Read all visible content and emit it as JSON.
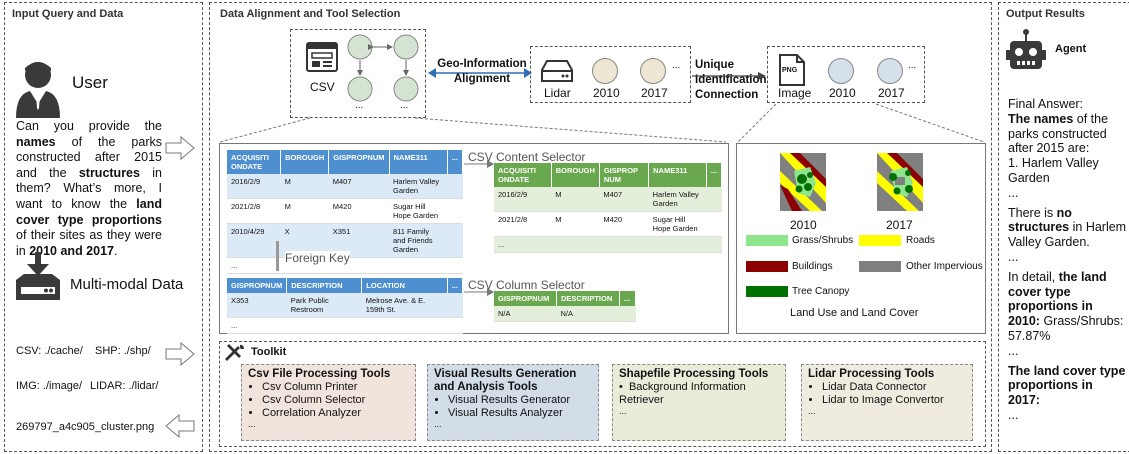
{
  "input": {
    "title": "Input Query and Data",
    "user_label": "User",
    "question": [
      {
        "t": "Can you provide the "
      },
      {
        "t": "names",
        "b": true
      },
      {
        "t": " of the parks constructed after 2015 and the "
      },
      {
        "t": "structures",
        "b": true
      },
      {
        "t": " in them? What’s more, I want to know the "
      },
      {
        "t": "land cover type proportions",
        "b": true
      },
      {
        "t": " of their sites as they were in "
      },
      {
        "t": "2010 and 2017",
        "b": true
      },
      {
        "t": "."
      }
    ],
    "multimodal_label": "Multi-modal Data",
    "files": [
      "CSV: ./cache/",
      "SHP: ./shp/",
      "IMG: ./image/",
      "LIDAR: ./lidar/"
    ],
    "output_file": "269797_a4c905_cluster.png"
  },
  "middle": {
    "title": "Data Alignment and Tool Selection",
    "csv_label": "CSV",
    "ellipsis": "...",
    "geo_label": "Geo-Information Alignment",
    "lidar_label": "Lidar",
    "image_label": "Image",
    "png_label": "PNG",
    "year_2010": "2010",
    "year_2017": "2017",
    "unique_label": "Unique Identification Connection",
    "foreign_key": "Foreign Key",
    "content_selector": "CSV Content Selector",
    "column_selector": "CSV Column Selector",
    "table1": {
      "headers": [
        "ACQUISITI ONDATE",
        "BOROUGH",
        "GISPROPNUM",
        "NAME311",
        "..."
      ],
      "rows": [
        [
          "2016/2/9",
          "M",
          "M407",
          "Harlem Valley Garden",
          ""
        ],
        [
          "2021/2/8",
          "M",
          "M420",
          "Sugar Hill Hope Garden",
          ""
        ],
        [
          "2010/4/29",
          "X",
          "X351",
          "811 Family and Friends Garden",
          ""
        ],
        [
          "...",
          "",
          "",
          "",
          ""
        ]
      ]
    },
    "table2": {
      "headers": [
        "ACQUISITI ONDATE",
        "BOROUGH",
        "GISPROP NUM",
        "NAME311",
        "..."
      ],
      "rows": [
        [
          "2016/2/9",
          "M",
          "M407",
          "Harlem Valley Garden",
          ""
        ],
        [
          "2021/2/8",
          "M",
          "M420",
          "Sugar Hill Hope Garden",
          ""
        ],
        [
          "...",
          "",
          "",
          "",
          ""
        ]
      ]
    },
    "table3": {
      "headers": [
        "GISPROPNUM",
        "DESCRIPTION",
        "LOCATION",
        "..."
      ],
      "rows": [
        [
          "X353",
          "Park Public Restroom",
          "Melrose Ave. & E. 159th St.",
          ""
        ],
        [
          "...",
          "",
          "",
          ""
        ]
      ]
    },
    "table4": {
      "headers": [
        "GISPROPNUM",
        "DESCRIPTION",
        "..."
      ],
      "rows": [
        [
          "N/A",
          "N/A",
          ""
        ]
      ]
    },
    "landuse": {
      "year_a": "2010",
      "year_b": "2017",
      "legend": [
        {
          "label": "Grass/Shrubs",
          "color": "#8ee58e"
        },
        {
          "label": "Roads",
          "color": "#ffff00"
        },
        {
          "label": "Buildings",
          "color": "#8b0000"
        },
        {
          "label": "Other Impervious",
          "color": "#808080"
        },
        {
          "label": "Tree Canopy",
          "color": "#007000"
        }
      ],
      "caption": "Land Use and Land Cover"
    },
    "toolkit": {
      "title": "Toolkit",
      "csv": {
        "title": "Csv File Processing Tools",
        "items": [
          "Csv Column Printer",
          "Csv Column Selector",
          "Correlation Analyzer"
        ],
        "more": "..."
      },
      "visual": {
        "title": "Visual Results Generation and Analysis Tools",
        "items": [
          "Visual Results Generator",
          "Visual Results Analyzer"
        ],
        "more": "..."
      },
      "shape": {
        "title": "Shapefile Processing Tools",
        "items": [
          "Background Information Retriever"
        ],
        "more": "..."
      },
      "lidar": {
        "title": "Lidar Processing Tools",
        "items": [
          "Lidar Data Connector",
          "Lidar to Image Convertor"
        ],
        "more": "..."
      }
    }
  },
  "output": {
    "title": "Output Results",
    "agent_label": "Agent",
    "answer": [
      {
        "t": "Final Answer:"
      },
      {
        "t": "The names",
        "b": true,
        "br": true
      },
      {
        "t": " of the parks constructed after 2015 are:"
      },
      {
        "t": "1. Harlem Valley Garden",
        "br": true
      },
      {
        "t": "...",
        "br": true
      },
      {
        "t": "There is ",
        "br": true,
        "gap": true
      },
      {
        "t": "no structures",
        "b": true
      },
      {
        "t": " in Harlem Valley Garden."
      },
      {
        "t": "...",
        "br": true
      },
      {
        "t": "In detail, ",
        "br": true,
        "gap": true
      },
      {
        "t": "the land cover type proportions in 2010:",
        "b": true
      },
      {
        "t": " Grass/Shrubs: 57.87%"
      },
      {
        "t": "...",
        "br": true
      },
      {
        "t": "The land cover type proportions in 2017:",
        "b": true,
        "br": true,
        "gap": true
      },
      {
        "t": "...",
        "br": true
      }
    ]
  },
  "colors": {
    "blue_header": "#4e8fd0",
    "green_header": "#6aa84f",
    "arrow_blue": "#2e6fb8"
  }
}
